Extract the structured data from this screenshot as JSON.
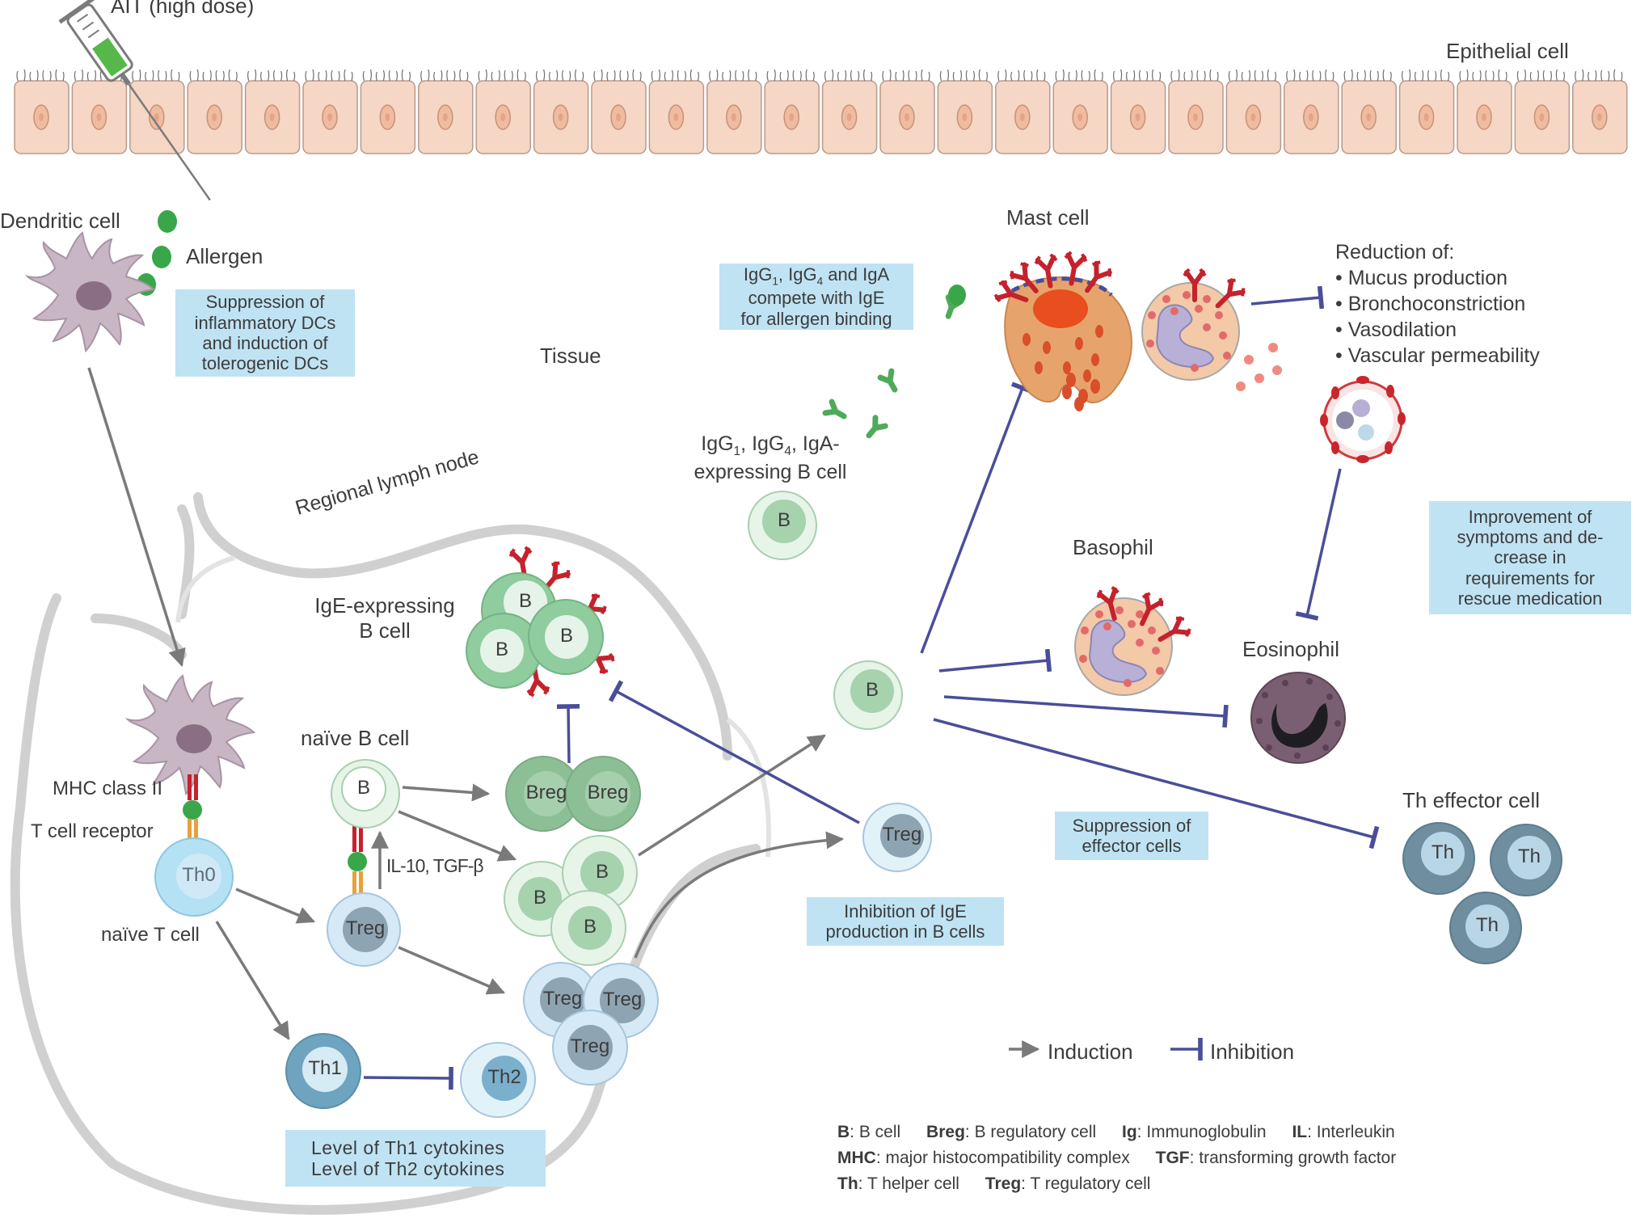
{
  "labels": {
    "ait": "AIT (high dose)",
    "epithelial": "Epithelial cell",
    "dendritic": "Dendritic cell",
    "allergen": "Allergen",
    "tissue": "Tissue",
    "mast": "Mast cell",
    "lymph": "Regional lymph node",
    "ige_b_1": "IgE-expressing",
    "ige_b_2": "B cell",
    "naive_b": "naïve B cell",
    "mhc": "MHC class II",
    "tcr": "T cell receptor",
    "naive_t": "naïve T cell",
    "il10": "IL-10, TGF-β",
    "igg_b_2": "expressing B cell",
    "basophil": "Basophil",
    "eosinophil": "Eosinophil",
    "th_effector": "Th effector cell",
    "induction": "Induction",
    "inhibition": "Inhibition"
  },
  "cells": {
    "b": "B",
    "breg": "Breg",
    "treg": "Treg",
    "th0": "Th0",
    "th1": "Th1",
    "th2": "Th2",
    "th": "Th"
  },
  "boxes": {
    "suppression_dcs": [
      "Suppression of",
      "inflammatory DCs",
      "and induction of",
      "tolerogenic DCs"
    ],
    "igg_compete": {
      "line2": "compete with IgE",
      "line3": "for allergen binding"
    },
    "improvement": [
      "Improvement of",
      "symptoms and de-",
      "crease in",
      "requirements for",
      "rescue medication"
    ],
    "suppression_effector": [
      "Suppression of",
      "effector cells"
    ],
    "inhibition_ige": [
      "Inhibition of IgE",
      "production in B cells"
    ],
    "th1_up": "Level of Th1  cytokines",
    "th2_down": "Level of Th2 cytokines"
  },
  "reduction": {
    "title": "Reduction of:",
    "items": [
      "• Mucus production",
      "• Bronchoconstriction",
      "• Vasodilation",
      "• Vascular permeability"
    ]
  },
  "glossary": [
    [
      {
        "term": "B",
        "def": ": B cell"
      },
      {
        "term": "Breg",
        "def": ": B regulatory cell"
      },
      {
        "term": "Ig",
        "def": ": Immunoglobulin"
      },
      {
        "term": "IL",
        "def": ": Interleukin"
      }
    ],
    [
      {
        "term": "MHC",
        "def": ": major histocompatibility complex"
      },
      {
        "term": "TGF",
        "def": ": transforming growth factor"
      }
    ],
    [
      {
        "term": "Th",
        "def": ": T helper cell"
      },
      {
        "term": "Treg",
        "def": ": T regulatory cell"
      }
    ]
  ],
  "colors": {
    "induction_arrow": "#7a7a7a",
    "inhibition_line": "#4a4e9a",
    "epithelium": "#f6d6c4",
    "allergen": "#3aa64a",
    "ige_antibody": "#c4222c",
    "highlight_box": "#bfe3f3"
  }
}
